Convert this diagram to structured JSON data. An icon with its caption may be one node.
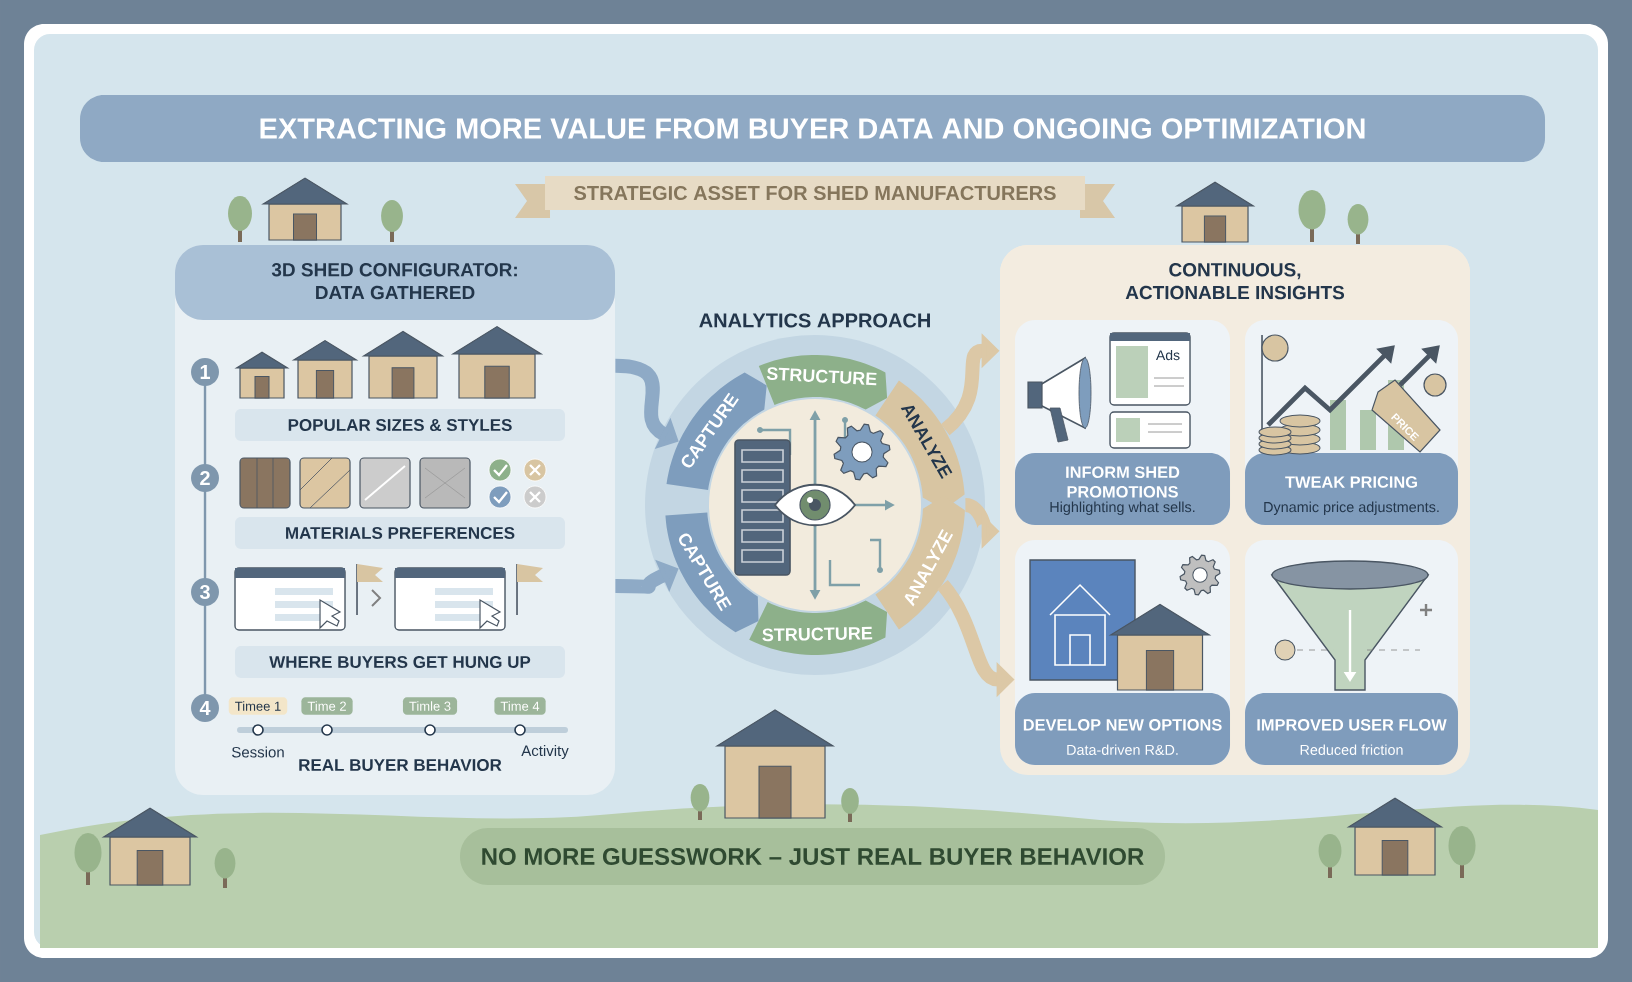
{
  "diagram": {
    "nodes": [
      {
        "text": [
          "EXTRACTING MORE VALUE FROM BUYER DATA AND ONGOING OPTIMIZATION"
        ]
      },
      {
        "text": [
          "STRATEGIC ASSET FOR SHED MANUFACTURERS"
        ]
      },
      {
        "text": [
          "3D SHED CONFIGURATOR: DATA GATHERED"
        ]
      },
      {
        "text": [
          "POPULAR SIZES & STYLES"
        ],
        "in": 2
      },
      {
        "text": [
          "MATERIALS PREFERENCES"
        ],
        "in": 2
      },
      {
        "text": [
          "WHERE BUYERS GET HUNG UP"
        ],
        "in": 2
      },
      {
        "text": [
          "REAL BUYER BEHAVIOR"
        ],
        "in": 2
      },
      {
        "text": [
          "ANALYTICS APPROACH"
        ]
      },
      {
        "text": [
          "CAPTURE"
        ],
        "in": 7
      },
      {
        "text": [
          "STRUCTURE"
        ],
        "in": 7
      },
      {
        "text": [
          "ANALYZE"
        ],
        "in": 7
      },
      {
        "text": [
          "CAPTURE"
        ],
        "in": 7
      },
      {
        "text": [
          "STRUCTURE"
        ],
        "in": 7
      },
      {
        "text": [
          "ANALYZE"
        ],
        "in": 7
      },
      {
        "text": [
          "CONTINUOUS, ACTIONABLE INSIGHTS"
        ]
      },
      {
        "text": [
          "INFORM SHED PROMOTIONS",
          "Highlighting what sells."
        ],
        "in": 14
      },
      {
        "text": [
          "TWEAK PRICING",
          "Dynamic price adjustments."
        ],
        "in": 14
      },
      {
        "text": [
          "DEVELOP NEW OPTIONS",
          "Data-driven R&D."
        ],
        "in": 14
      },
      {
        "text": [
          "IMPROVED USER FLOW",
          "Reduced friction"
        ],
        "in": 14
      },
      {
        "text": [
          "NO MORE GUESSWORK – JUST REAL BUYER BEHAVIOR"
        ]
      }
    ],
    "edges": [
      {
        "from": 2,
        "to": 7,
        "arrow": "to",
        "color": "#8eaac6"
      },
      {
        "from": 2,
        "to": 7,
        "arrow": "to",
        "color": "#8eaac6"
      },
      {
        "from": 7,
        "to": 14,
        "arrow": "to"
      },
      {
        "from": 7,
        "to": 14,
        "arrow": "to"
      },
      {
        "from": 7,
        "to": 17,
        "arrow": "to"
      }
    ],
    "labels": [
      "1",
      "2",
      "3",
      "4",
      "Timee 1",
      "Time 2",
      "Timle 3",
      "Time 4",
      "Session",
      "Activity",
      "Ads",
      "PRICE"
    ]
  }
}
